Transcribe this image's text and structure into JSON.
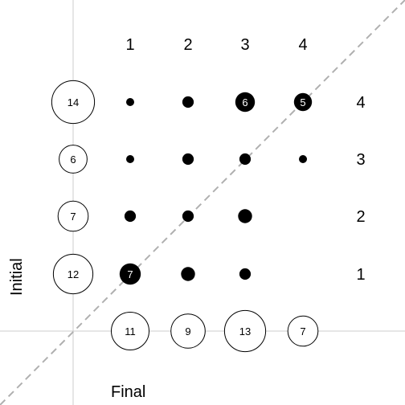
{
  "chart_data": {
    "type": "scatter",
    "xlabel": "Final",
    "ylabel": "Initial",
    "x_categories": [
      "1",
      "2",
      "3",
      "4"
    ],
    "y_categories": [
      "1",
      "2",
      "3",
      "4"
    ],
    "cells": [
      {
        "initial": 1,
        "final": 1,
        "count": 7,
        "label": "7"
      },
      {
        "initial": 1,
        "final": 2,
        "count": 3,
        "label": ""
      },
      {
        "initial": 1,
        "final": 3,
        "count": 2,
        "label": ""
      },
      {
        "initial": 2,
        "final": 1,
        "count": 2,
        "label": ""
      },
      {
        "initial": 2,
        "final": 2,
        "count": 2,
        "label": ""
      },
      {
        "initial": 2,
        "final": 3,
        "count": 3,
        "label": ""
      },
      {
        "initial": 3,
        "final": 1,
        "count": 1,
        "label": ""
      },
      {
        "initial": 3,
        "final": 2,
        "count": 2,
        "label": ""
      },
      {
        "initial": 3,
        "final": 3,
        "count": 2,
        "label": ""
      },
      {
        "initial": 3,
        "final": 4,
        "count": 1,
        "label": ""
      },
      {
        "initial": 4,
        "final": 1,
        "count": 1,
        "label": ""
      },
      {
        "initial": 4,
        "final": 2,
        "count": 2,
        "label": ""
      },
      {
        "initial": 4,
        "final": 3,
        "count": 6,
        "label": "6"
      },
      {
        "initial": 4,
        "final": 4,
        "count": 5,
        "label": "5"
      }
    ],
    "initial_totals": [
      {
        "initial": 1,
        "count": 12,
        "label": "12"
      },
      {
        "initial": 2,
        "count": 7,
        "label": "7"
      },
      {
        "initial": 3,
        "count": 6,
        "label": "6"
      },
      {
        "initial": 4,
        "count": 14,
        "label": "14"
      }
    ],
    "final_totals": [
      {
        "final": 1,
        "count": 11,
        "label": "11"
      },
      {
        "final": 2,
        "count": 9,
        "label": "9"
      },
      {
        "final": 3,
        "count": 13,
        "label": "13"
      },
      {
        "final": 4,
        "count": 7,
        "label": "7"
      }
    ],
    "diagonal_reference": true,
    "grid": false
  }
}
